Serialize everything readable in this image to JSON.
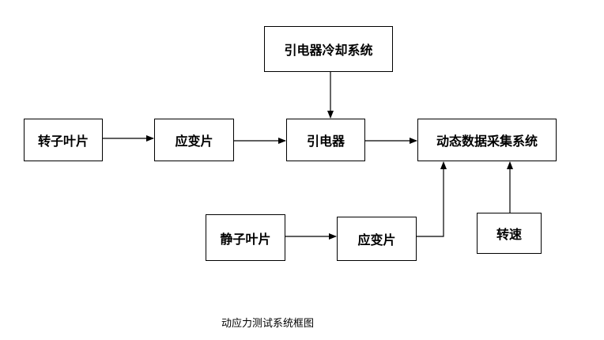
{
  "diagram": {
    "nodes": {
      "cooling": "引电器冷却系统",
      "rotor_blade": "转子叶片",
      "strain_gauge_top": "应变片",
      "slip_ring": "引电器",
      "daq": "动态数据采集系统",
      "stator_blade": "静子叶片",
      "strain_gauge_bottom": "应变片",
      "speed": "转速"
    },
    "caption": "动应力测试系统框图"
  }
}
